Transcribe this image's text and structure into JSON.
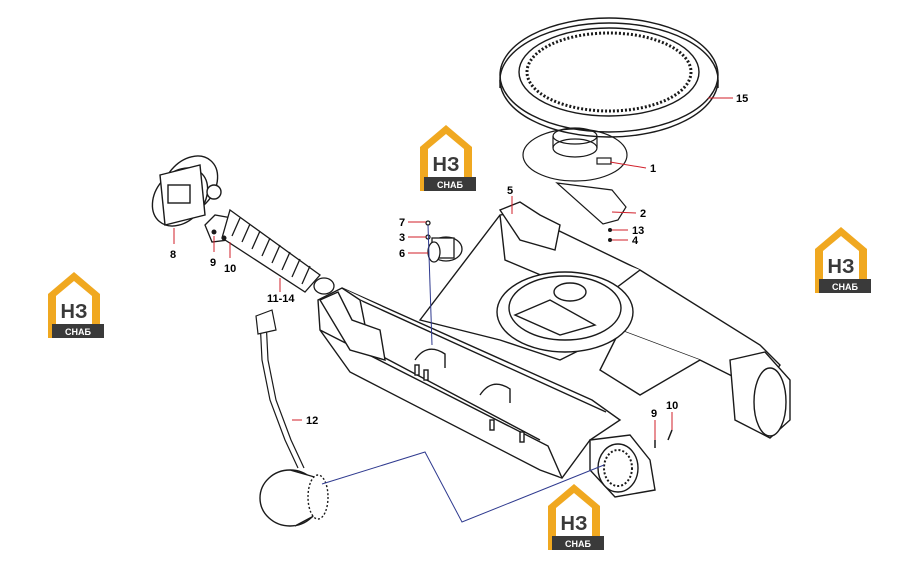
{
  "colors": {
    "logo_gold": "#f0a820",
    "logo_dark": "#3a3a3a",
    "leader_line": "#d11f2a",
    "connector_line": "#2f3a8f",
    "outline": "#1a1a1a"
  },
  "logo": {
    "mark": "НЗ",
    "caption": "СНАБ"
  },
  "callouts": {
    "c1": "1",
    "c2": "2",
    "c3": "3",
    "c4": "4",
    "c5": "5",
    "c6": "6",
    "c7": "7",
    "c8": "8",
    "c9a": "9",
    "c10a": "10",
    "c11": "11-14",
    "c12": "12",
    "c13": "13",
    "c15": "15",
    "c9b": "9",
    "c10b": "10"
  }
}
